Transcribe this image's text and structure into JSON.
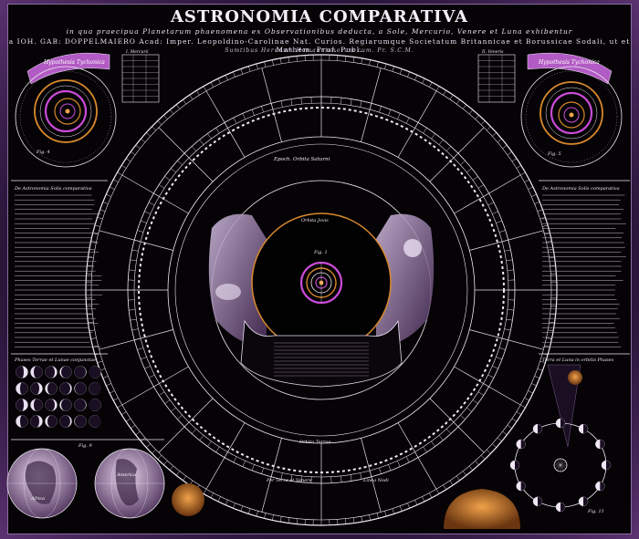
{
  "plate": {
    "title": "ASTRONOMIA COMPARATIVA",
    "subtitle": "in qua praecipua Planetarum phaenomena ex Observationibus deducta, a Sole, Mercurio, Venere et Luna exhibentur",
    "author_line": "a IOH. GAB: DOPPELMAIERO Acad: Imper. Leopoldino-Carolinae Nat. Curios. Regiarumque Societatum Britannicae et Borussicae Sodali, ut et Mathem. Prof. Publ.",
    "publisher_line": "Sumtibus Heredum Homannianorum cum. Pr. S.C.M.",
    "colors": {
      "background": "#050305",
      "ink": "#f0eaf5",
      "accent_violet": "#c84bd6",
      "accent_orange": "#d9892e",
      "frame": "#5a3270"
    }
  },
  "panels": {
    "hyp_left_title": "Hypothesis Tychonica",
    "hyp_right_title": "Hypothesis Tychonica",
    "fig_left": "Fig. 4",
    "fig_right": "Fig. 5",
    "table_left_head": "I. Mercurii",
    "table_right_head": "II. Veneris",
    "left_text_head": "De Astronomia Solis comparativa",
    "right_text_head": "De Astronomia Solis comparativa",
    "phases_head": "Phases Terrae et Lunae conjunctae",
    "fig_center": "Fig. 1",
    "orbit_saturni": "Epoch. Orbita Saturni",
    "orbita_jovis": "Orbita Jovis",
    "orbita_terrae": "Orbita Terrae",
    "right_bottom_head": "Terra et Luna in orbitis Phases",
    "terra_luna_venus": "Per Terra et Venere",
    "linea_nodi": "Linea Nodi",
    "hemisphere_left": "Africa",
    "hemisphere_right": "America",
    "fig_hemispheres": "Fig. 9",
    "fig_orbit_br": "Fig. 11"
  }
}
